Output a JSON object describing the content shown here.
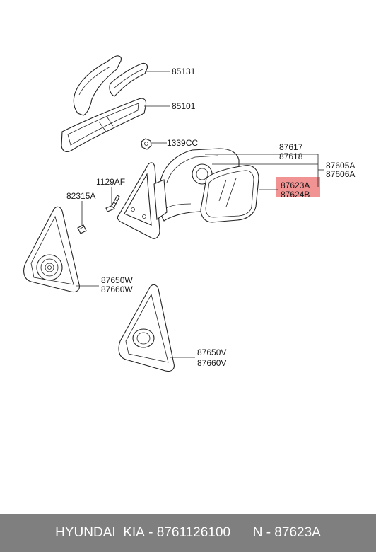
{
  "labels": {
    "p85131": "85131",
    "p85101": "85101",
    "p1339cc": "1339CC",
    "p87617": "87617",
    "p87618": "87618",
    "p87605a": "87605A",
    "p87606a": "87606A",
    "p87623a": "87623A",
    "p87624b": "87624B",
    "p1129af": "1129AF",
    "p82315a": "82315A",
    "p87650w": "87650W",
    "p87660w": "87660W",
    "p87650v": "87650V",
    "p87660v": "87660V"
  },
  "highlight_color": "#f08080",
  "footer": {
    "brand": "HYUNDAI  KIA",
    "catalog_number": "8761126100",
    "part_number": "N - 87623A"
  }
}
